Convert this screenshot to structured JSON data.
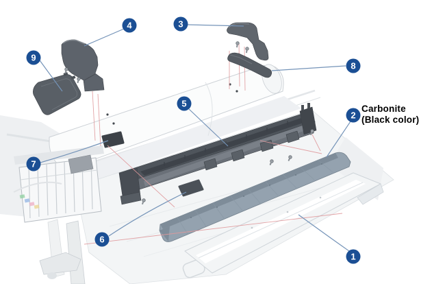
{
  "figure": {
    "kind": "exploded-parts-diagram"
  },
  "callouts": [
    {
      "number": "1"
    },
    {
      "number": "2"
    },
    {
      "number": "3"
    },
    {
      "number": "4"
    },
    {
      "number": "5"
    },
    {
      "number": "6"
    },
    {
      "number": "7"
    },
    {
      "number": "8"
    },
    {
      "number": "9"
    }
  ],
  "annotation": {
    "line1": "Carbonite",
    "line2": "(Black color)"
  },
  "colors": {
    "callout_bg": "#1b4f94",
    "callout_text": "#ffffff",
    "leader_line": "#7493b8",
    "guide_line": "#e0999c",
    "annotation_text": "#000000",
    "dark_part": "#5d636b",
    "carbonite_panel": "#94a2af",
    "white_panel": "#f3f5f6"
  }
}
